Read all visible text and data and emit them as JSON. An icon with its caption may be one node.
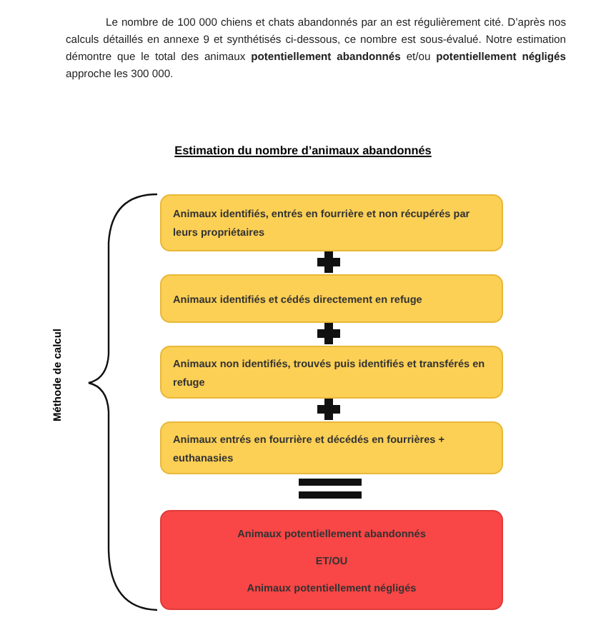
{
  "diagram": {
    "title": "Estimation du nombre d’animaux abandonnés",
    "nodes": [
      {
        "text": [
          "Animaux identifiés, entrés en fourrière et non récupérés par leurs propriétaires"
        ]
      },
      {
        "text": [
          "Animaux identifiés et cédés directement en refuge"
        ]
      },
      {
        "text": [
          "Animaux non identifiés, trouvés puis identifiés et transférés en refuge"
        ]
      },
      {
        "text": [
          "Animaux entrés en fourrière et décédés en fourrières + euthanasies"
        ]
      },
      {
        "text": [
          "Animaux potentiellement abandonnés",
          "ET/OU",
          "Animaux potentiellement négligés"
        ]
      }
    ],
    "edges": [],
    "labels": [
      "Le nombre de 100 000 chiens et chats abandonnés par an est régulièrement cité. D’après nos calculs détaillés en annexe 9 et synthétisés ci-dessous, ce nombre est sous-évalué. Notre estimation démontre que le total des animaux **potentiellement abandonnés** et/ou **potentiellement négligés** approche les 300 000.",
      "Méthode de calcul"
    ]
  }
}
